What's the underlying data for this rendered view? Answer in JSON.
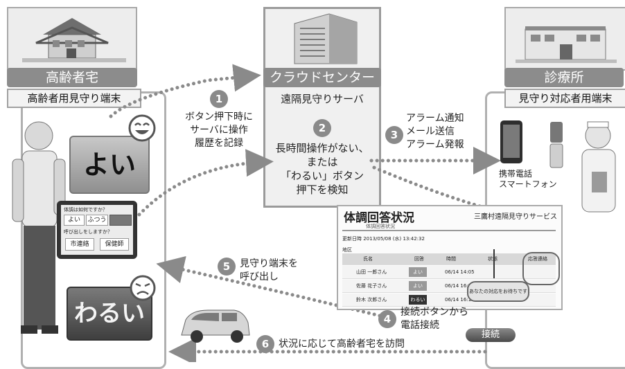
{
  "home": {
    "title": "高齢者宅",
    "device": "高齢者用見守り端末"
  },
  "cloud": {
    "title": "クラウドセンター",
    "server": "遠隔見守りサーバ",
    "detect_lines": [
      "長時間操作がない、",
      "または",
      "「わるい」ボタン",
      "押下を検知"
    ]
  },
  "clinic": {
    "title": "診療所",
    "device": "見守り対応者用端末",
    "phone_lines": [
      "携帯電話",
      "スマートフォン"
    ]
  },
  "buttons": {
    "good": "よい",
    "bad": "わるい",
    "connect": "接続"
  },
  "tablet": {
    "q1": "体調は如何ですか？",
    "opt_good": "よい",
    "opt_normal": "ふつう",
    "q2": "呼び出しをしますか？",
    "btn_a": "市連絡",
    "btn_b": "保健師"
  },
  "steps": [
    {
      "num": "1",
      "lines": [
        "ボタン押下時に",
        "サーバに操作",
        "履歴を記録"
      ]
    },
    {
      "num": "2",
      "lines": []
    },
    {
      "num": "3",
      "lines": [
        "アラーム通知",
        "メール送信",
        "アラーム発報"
      ]
    },
    {
      "num": "4",
      "lines": [
        "接続ボタンから",
        "電話接続"
      ]
    },
    {
      "num": "5",
      "lines": [
        "見守り端末を",
        "呼び出し"
      ]
    },
    {
      "num": "6",
      "lines": [
        "状況に応じて高齢者宅を訪問"
      ]
    }
  ],
  "panel": {
    "title": "体調回答状況",
    "service": "三鷹村遠隔見守りサービス",
    "tab": "体調回答状況",
    "date": "更新日時 2013/05/08 (水) 13:42:32",
    "section": "地区",
    "headers": [
      "氏名",
      "回答",
      "時間",
      "状態",
      "応答連絡"
    ],
    "rows": [
      {
        "name": "山田 一郎さん",
        "answer": "よい",
        "time": "06/14 14:05"
      },
      {
        "name": "佐藤 花子さん",
        "answer": "よい",
        "time": "06/14 16:??"
      },
      {
        "name": "鈴木 次郎さん",
        "answer": "わるい",
        "time": "06/14 16:12"
      }
    ],
    "alert": "あなたの対応をお待ちです"
  },
  "colors": {
    "dark_label": "#8c8c8c",
    "frame": "#b0b0b0",
    "dots": "#8a8a8a"
  }
}
